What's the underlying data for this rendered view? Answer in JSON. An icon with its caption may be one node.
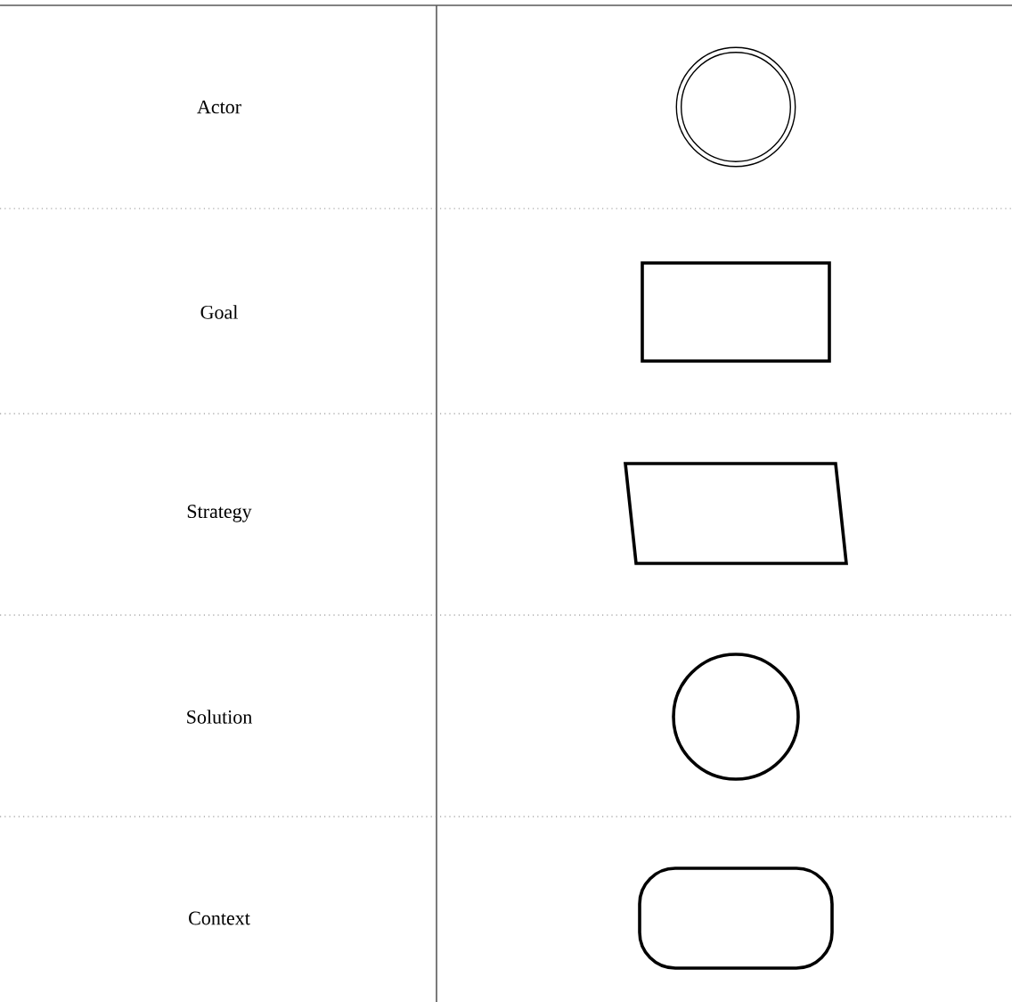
{
  "diagram": {
    "nodes": [
      {
        "text": [],
        "shape": "double-circle"
      },
      {
        "text": [],
        "shape": "box"
      },
      {
        "text": [],
        "shape": "parallelogram"
      },
      {
        "text": [],
        "shape": "circle"
      },
      {
        "text": [],
        "shape": "stadium"
      }
    ],
    "labels": [
      "Actor",
      "Goal",
      "Strategy",
      "Solution",
      "Context"
    ]
  }
}
